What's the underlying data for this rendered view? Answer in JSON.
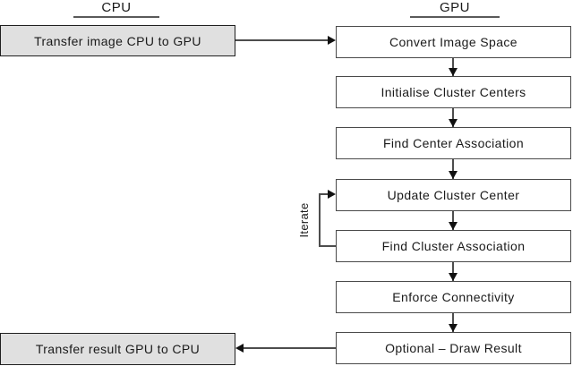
{
  "diagram": {
    "title_context": "CPU-GPU processing pipeline flowchart",
    "headers": {
      "cpu": "CPU",
      "gpu": "GPU"
    },
    "cpu_nodes": [
      {
        "label": "Transfer image CPU to GPU"
      },
      {
        "label": "Transfer result GPU to CPU"
      }
    ],
    "gpu_nodes": [
      {
        "label": "Convert Image Space"
      },
      {
        "label": "Initialise Cluster Centers"
      },
      {
        "label": "Find Center Association"
      },
      {
        "label": "Update Cluster Center"
      },
      {
        "label": "Find Cluster Association"
      },
      {
        "label": "Enforce Connectivity"
      },
      {
        "label": "Optional – Draw Result"
      }
    ],
    "loop": {
      "label": "Iterate",
      "from": "Find Cluster Association",
      "to": "Update Cluster Center"
    },
    "colors": {
      "cpu_node_fill": "#e0e0e0",
      "gpu_node_fill": "#ffffff",
      "node_border": "#4a4a4a",
      "cpu_node_border": "#1f1f1f",
      "connector_line": "#4d4d4d",
      "arrowhead": "#111111",
      "text": "#1a1a1a",
      "background": "#ffffff"
    }
  }
}
